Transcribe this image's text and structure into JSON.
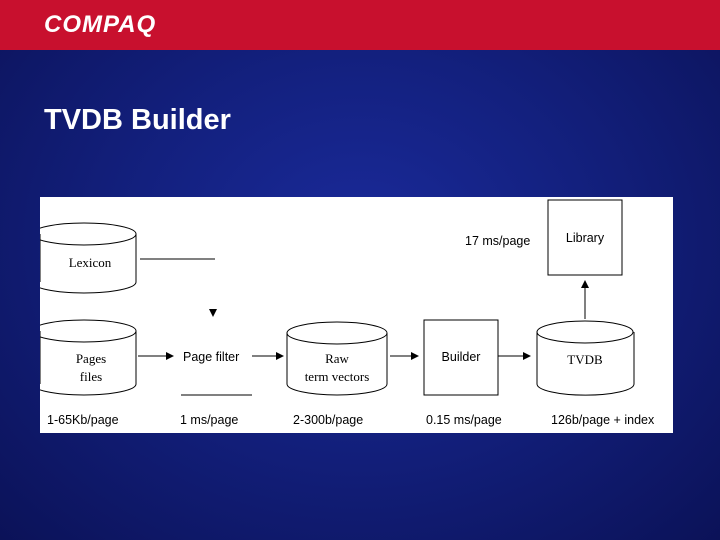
{
  "header": {
    "logo_text": "COMPAQ",
    "brand_color": "#c8102e"
  },
  "slide": {
    "title": "TVDB Builder"
  },
  "diagram": {
    "nodes": {
      "lexicon": "Lexicon",
      "pages_files_line1": "Pages",
      "pages_files_line2": "files",
      "page_filter": "Page filter",
      "raw_line1": "Raw",
      "raw_line2": "term vectors",
      "builder": "Builder",
      "tvdb": "TVDB",
      "library": "Library"
    },
    "annotations": {
      "library_time": "17 ms/page"
    },
    "metrics": {
      "pages_size": "1-65Kb/page",
      "filter_time": "1 ms/page",
      "raw_size": "2-300b/page",
      "builder_time": "0.15 ms/page",
      "tvdb_size": "126b/page + index"
    }
  }
}
